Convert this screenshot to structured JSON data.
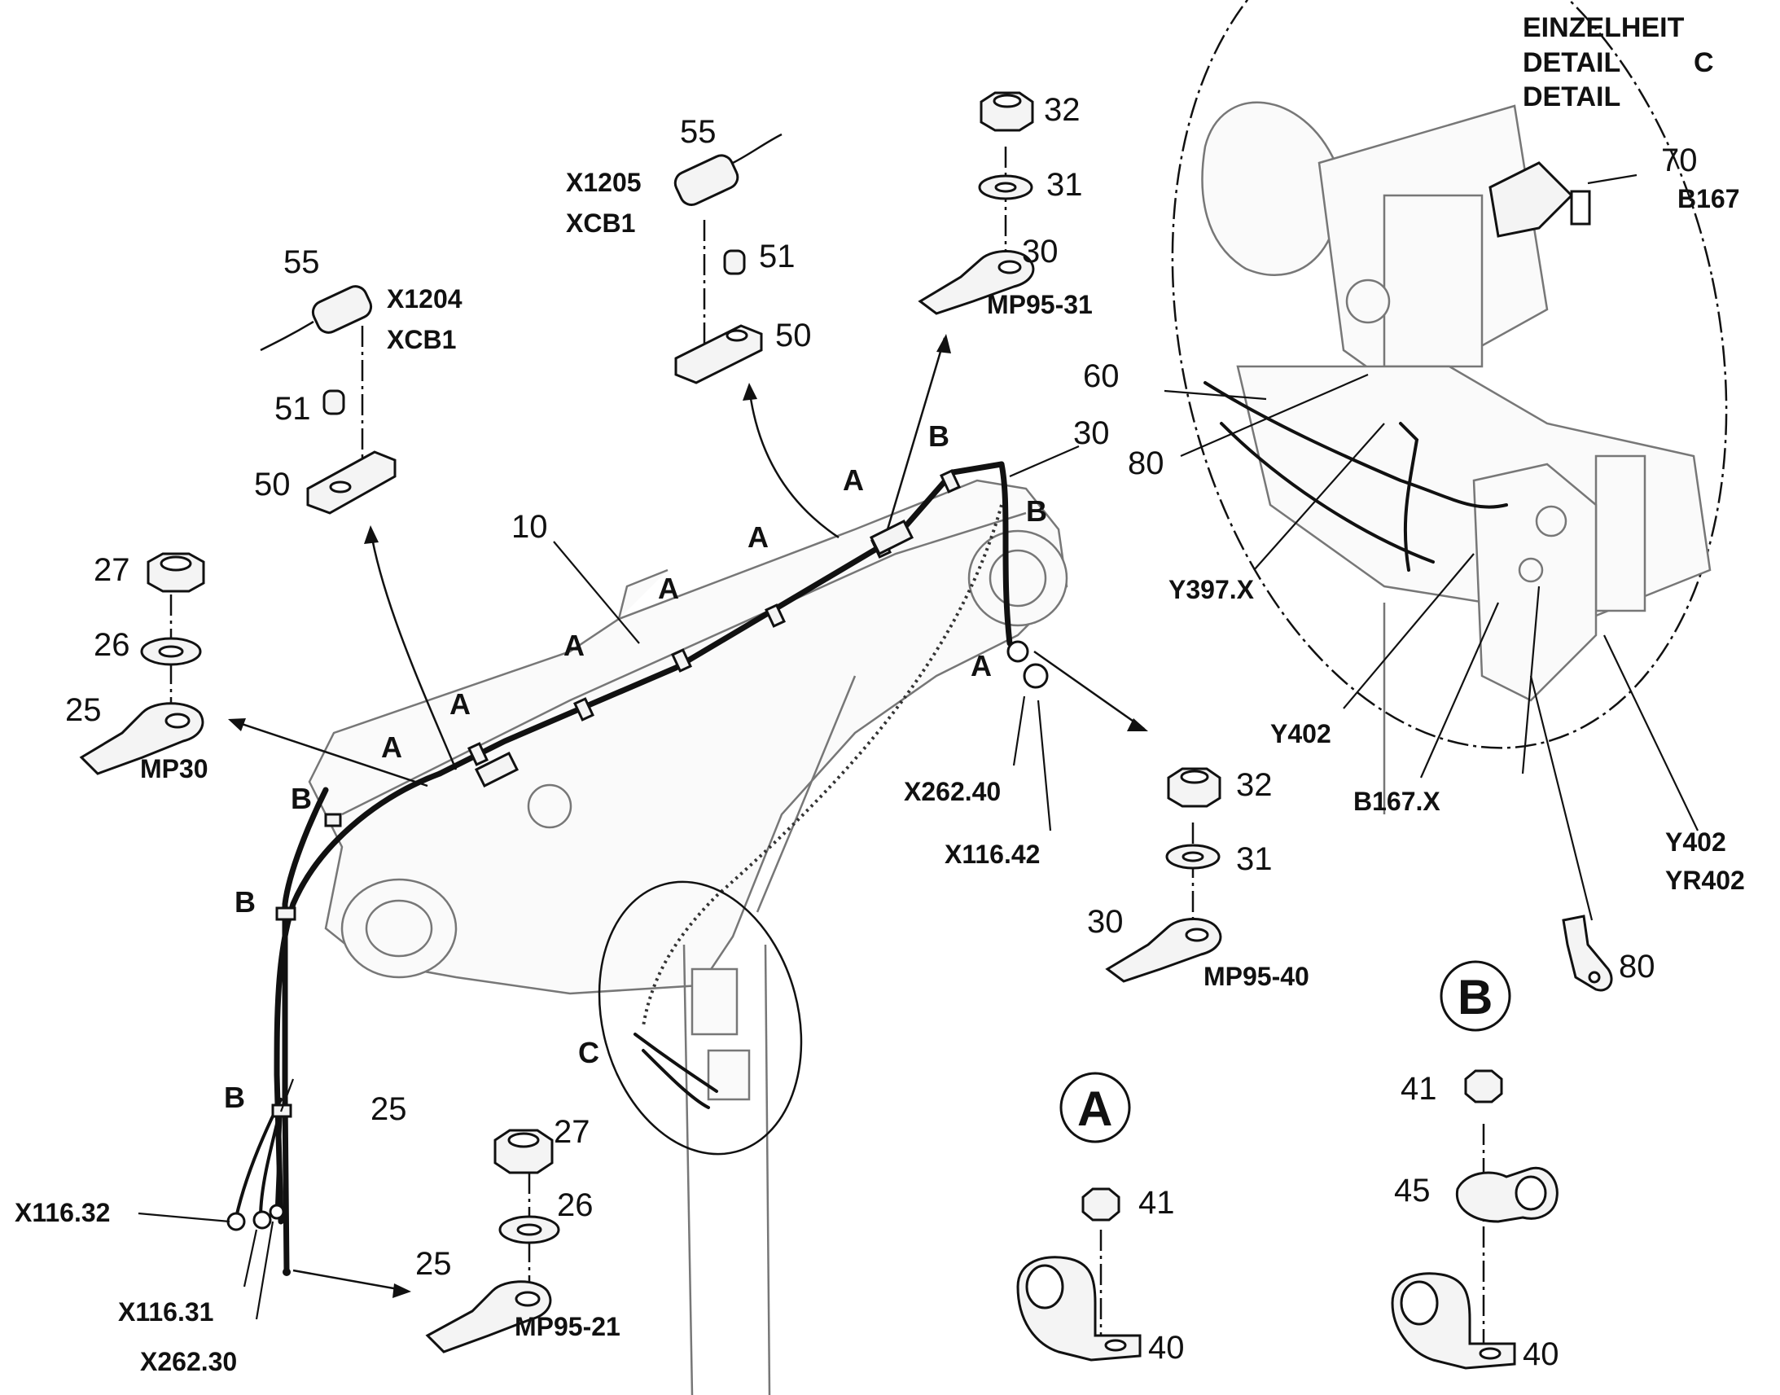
{
  "detail_title": {
    "line1": "EINZELHEIT",
    "line2": "DETAIL",
    "line3": "DETAIL",
    "letter": "C"
  },
  "callouts": {
    "p10": "10",
    "p25a": "25",
    "p25b": "25",
    "p25c": "25",
    "p26a": "26",
    "p26b": "26",
    "p27a": "27",
    "p27b": "27",
    "p30a": "30",
    "p30b": "30",
    "p30c": "30",
    "p31a": "31",
    "p31b": "31",
    "p32a": "32",
    "p32b": "32",
    "p40a": "40",
    "p40b": "40",
    "p41a": "41",
    "p41b": "41",
    "p45": "45",
    "p50a": "50",
    "p50b": "50",
    "p51a": "51",
    "p51b": "51",
    "p55a": "55",
    "p55b": "55",
    "p60": "60",
    "p70": "70",
    "p80a": "80",
    "p80b": "80"
  },
  "codes": {
    "x1204": "X1204",
    "xcb1a": "XCB1",
    "x1205": "X1205",
    "xcb1b": "XCB1",
    "mp95_31": "MP95-31",
    "mp30": "MP30",
    "mp95_40": "MP95-40",
    "mp95_21": "MP95-21",
    "x262_40": "X262.40",
    "x116_42": "X116.42",
    "x116_32": "X116.32",
    "x116_31": "X116.31",
    "x262_30": "X262.30",
    "b167": "B167",
    "y397x": "Y397.X",
    "y402a": "Y402",
    "b167x": "B167.X",
    "y402b": "Y402",
    "yr402": "YR402"
  },
  "clip_markers": {
    "a": "A",
    "b": "B",
    "c": "C"
  },
  "legend": {
    "clip_a": "A",
    "clip_b": "B"
  }
}
